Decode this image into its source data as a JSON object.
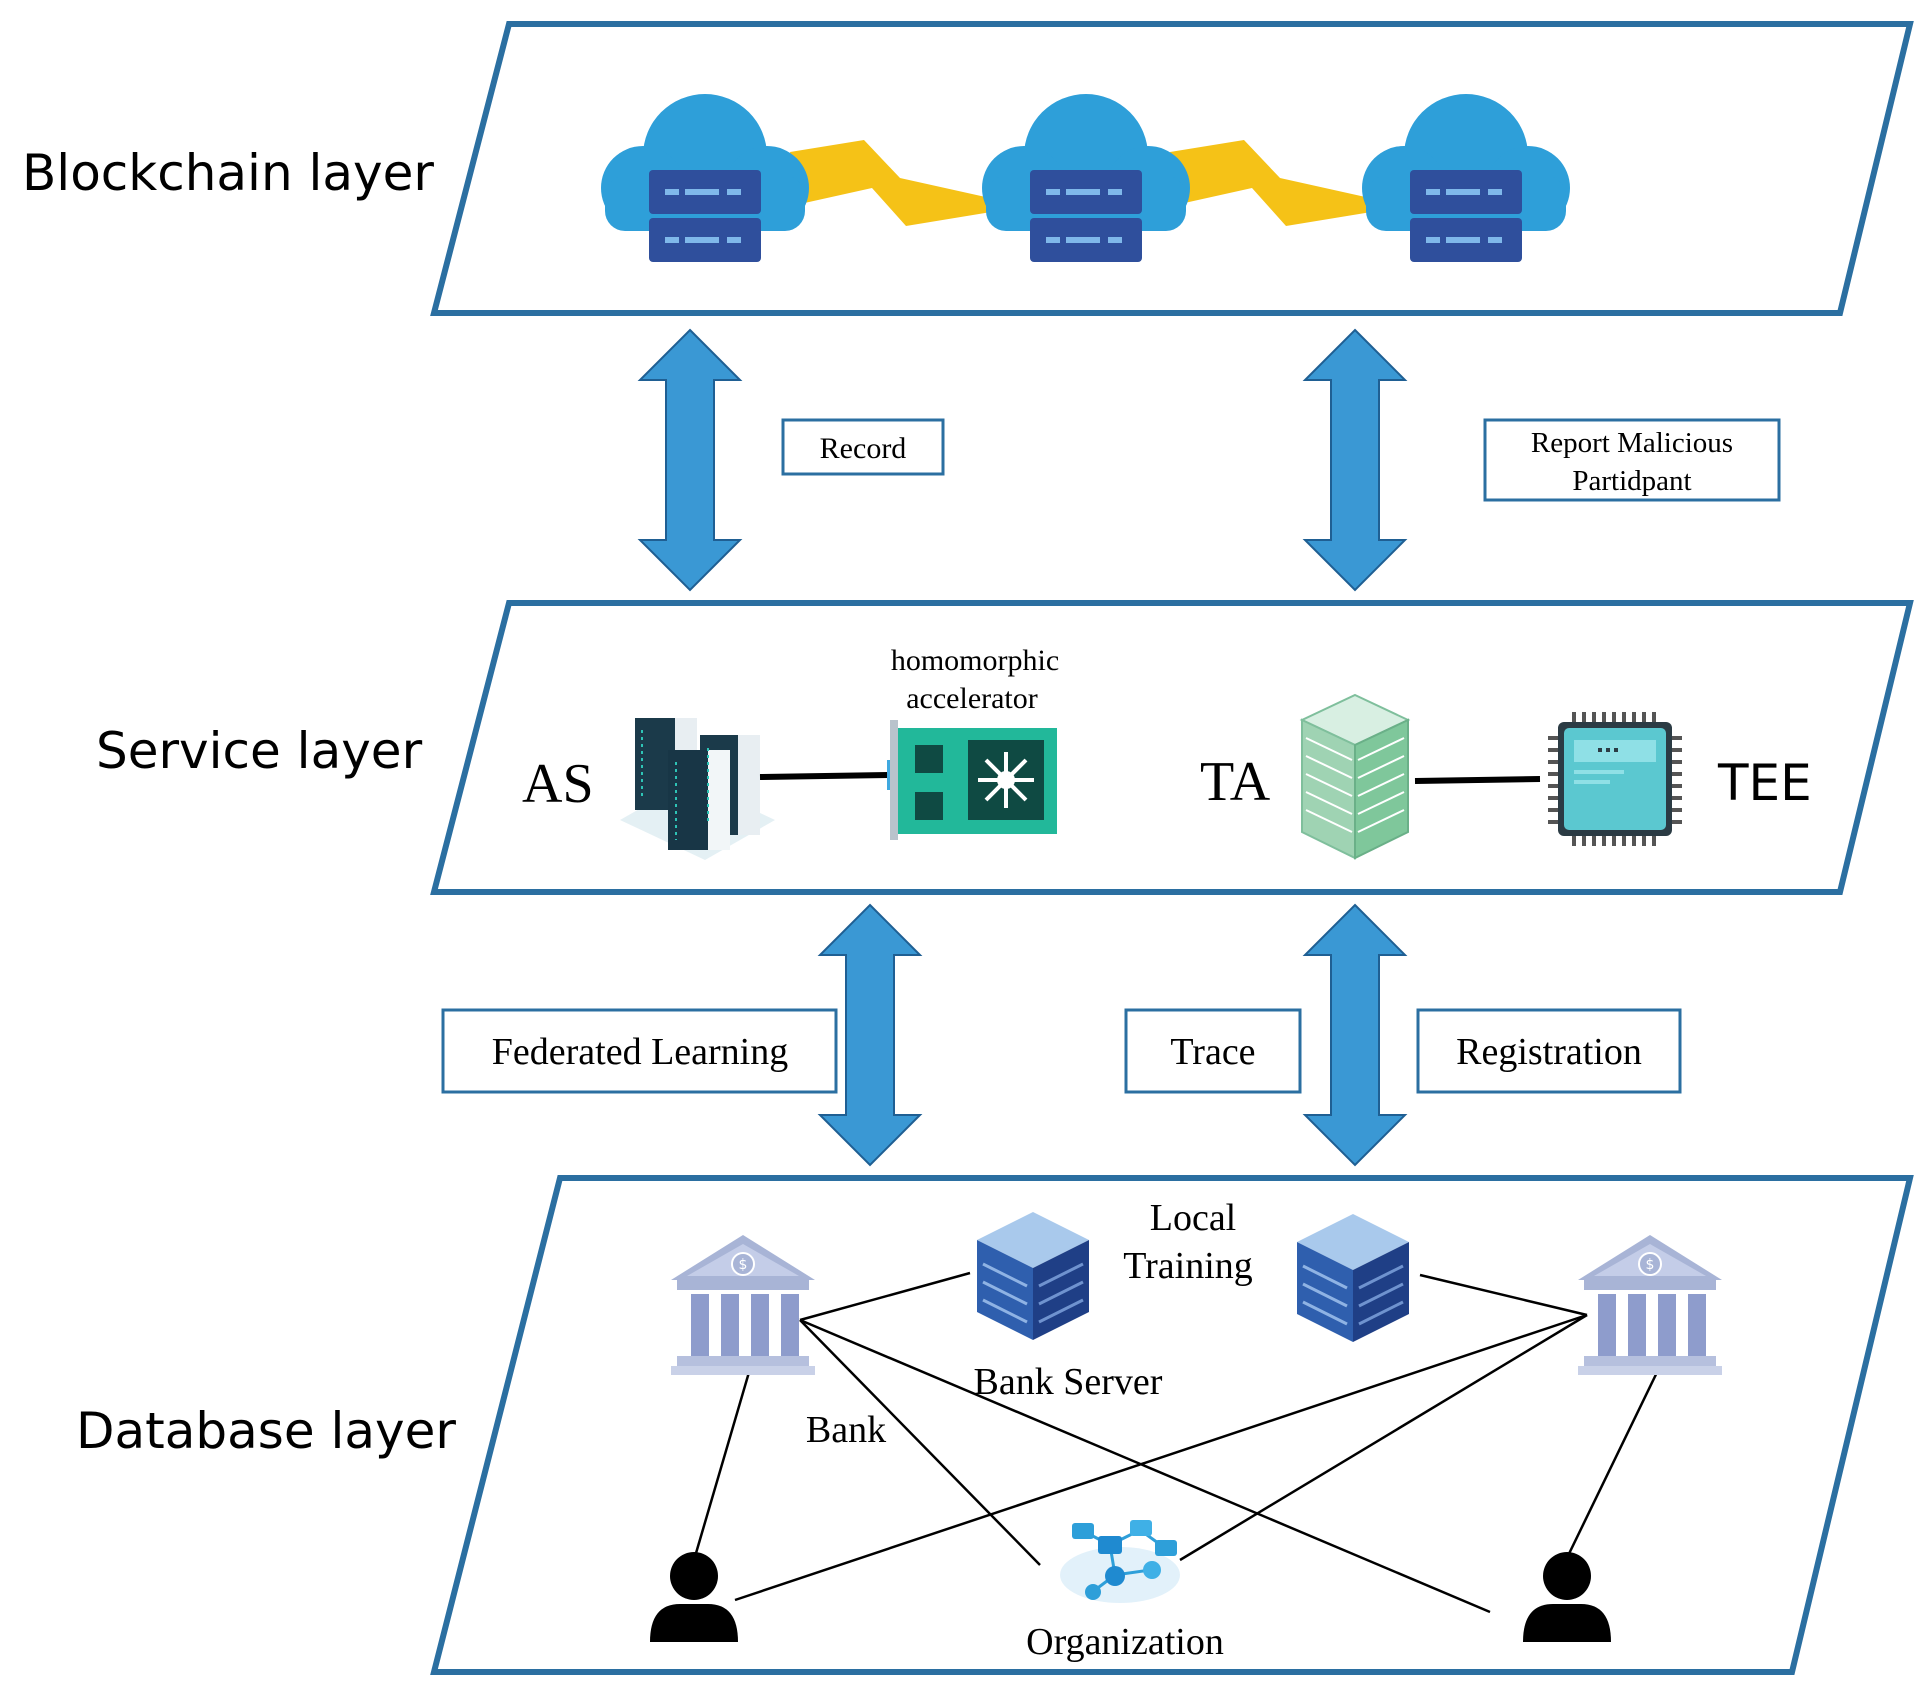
{
  "layers": {
    "blockchain": "Blockchain layer",
    "service": "Service layer",
    "database": "Database layer"
  },
  "arrow_labels": {
    "record": "Record",
    "report_line1": "Report Malicious",
    "report_line2": "Partidpant",
    "federated_learning": "Federated Learning",
    "trace": "Trace",
    "registration": "Registration"
  },
  "service": {
    "as": "AS",
    "accel_line1": "homomorphic",
    "accel_line2": "accelerator",
    "ta": "TA",
    "tee": "TEE"
  },
  "database": {
    "local_line1": "Local",
    "local_line2": "Training",
    "bank_server": "Bank Server",
    "bank": "Bank",
    "organization": "Organization"
  },
  "colors": {
    "frame": "#2b6fa1",
    "arrow": "#3a98d4",
    "cloud": "#2e9fd9",
    "server": "#2f4f9c",
    "lightning": "#f5c217",
    "bank": "#a8b4d6",
    "box_server": "#2f5fae"
  },
  "icons": [
    "cloud-server-icon",
    "lightning-icon",
    "server-cluster-icon",
    "accelerator-card-icon",
    "rack-server-icon",
    "chip-icon",
    "bank-icon",
    "storage-server-icon",
    "person-icon",
    "network-icon"
  ]
}
